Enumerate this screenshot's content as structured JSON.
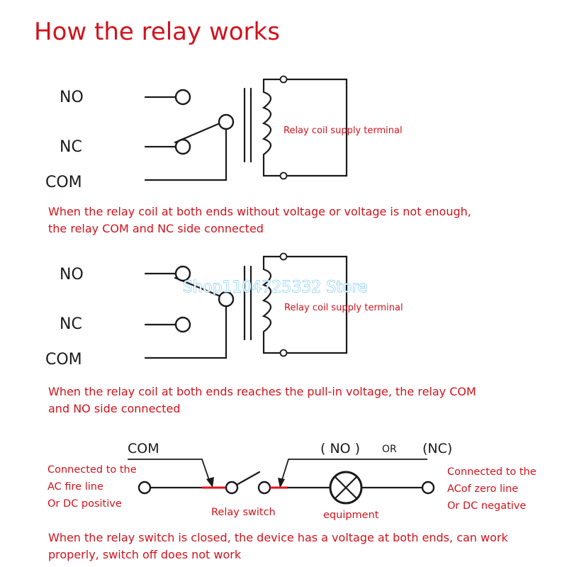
{
  "title": "How the relay works",
  "diagram1": {
    "label_no": "NO",
    "label_nc": "NC",
    "label_com": "COM",
    "coil_label": "Relay coil supply terminal",
    "caption_line1": "When the relay coil at both ends without voltage or voltage is not enough,",
    "caption_line2": "the relay COM and NC side connected"
  },
  "diagram2": {
    "label_no": "NO",
    "label_nc": "NC",
    "label_com": "COM",
    "coil_label": "Relay coil supply terminal",
    "caption_line1": "When the relay coil at both ends reaches the pull-in voltage, the relay COM",
    "caption_line2": "and NO side connected"
  },
  "watermark": "Shop1104725332 Store",
  "circuit": {
    "label_com": "COM",
    "label_no": "( NO )",
    "label_or": "OR",
    "label_nc": "(NC)",
    "left_line1": "Connected to the",
    "left_line2": "AC fire line",
    "left_line3": "Or DC positive",
    "right_line1": "Connected to the",
    "right_line2": "ACof zero line",
    "right_line3": "Or DC negative",
    "switch_label": "Relay switch",
    "equipment_label": "equipment",
    "caption_line1": "When the relay switch is closed, the device has a voltage at both ends, can work",
    "caption_line2": "properly, switch off does not work"
  },
  "colors": {
    "accent_red": "#d0131c",
    "line": "#1a1a1a",
    "watermark": "#2aa7e8"
  }
}
